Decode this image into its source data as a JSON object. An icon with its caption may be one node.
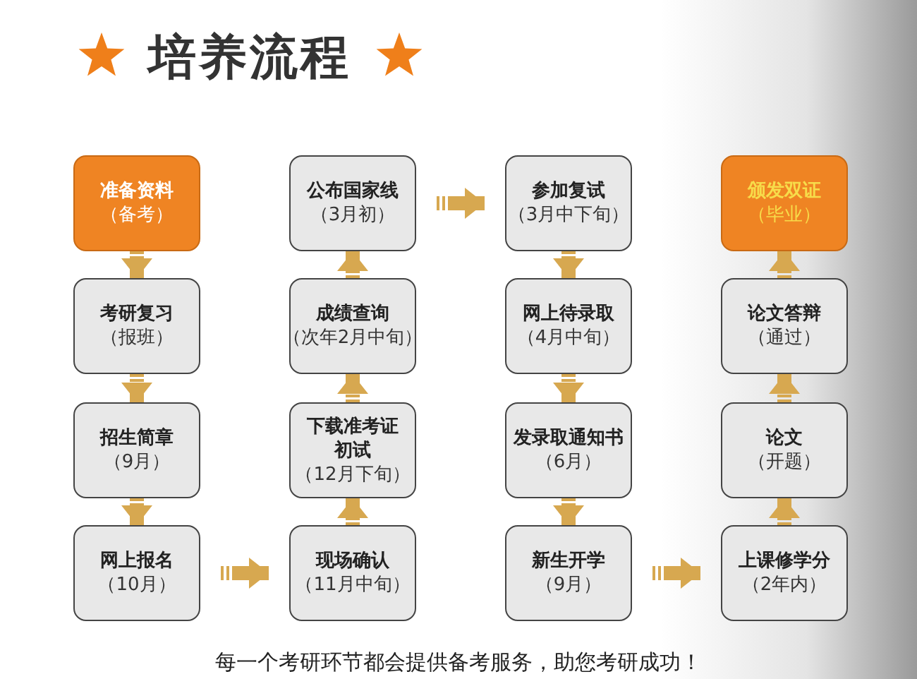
{
  "diagram": {
    "title": "培养流程",
    "nodes": [
      {
        "text": [
          "准备资料",
          "（备考）"
        ]
      },
      {
        "text": [
          "考研复习",
          "（报班）"
        ]
      },
      {
        "text": [
          "招生简章",
          "（9月）"
        ]
      },
      {
        "text": [
          "网上报名",
          "（10月）"
        ]
      },
      {
        "text": [
          "公布国家线",
          "（3月初）"
        ]
      },
      {
        "text": [
          "成绩查询",
          "（次年2月中旬）"
        ]
      },
      {
        "text": [
          "下载准考证",
          "初试",
          "（12月下旬）"
        ]
      },
      {
        "text": [
          "现场确认",
          "（11月中旬）"
        ]
      },
      {
        "text": [
          "参加复试",
          "（3月中下旬）"
        ]
      },
      {
        "text": [
          "网上待录取",
          "（4月中旬）"
        ]
      },
      {
        "text": [
          "发录取通知书",
          "（6月）"
        ]
      },
      {
        "text": [
          "新生开学",
          "（9月）"
        ]
      },
      {
        "text": [
          "颁发双证",
          "（毕业）"
        ]
      },
      {
        "text": [
          "论文答辩",
          "（通过）"
        ]
      },
      {
        "text": [
          "论文",
          "（开题）"
        ]
      },
      {
        "text": [
          "上课修学分",
          "（2年内）"
        ]
      }
    ],
    "edges": [
      {
        "from": 0,
        "to": 1,
        "arrow": "to"
      },
      {
        "from": 1,
        "to": 2,
        "arrow": "to"
      },
      {
        "from": 2,
        "to": 3,
        "arrow": "to"
      },
      {
        "from": 3,
        "to": 7,
        "arrow": "to"
      },
      {
        "from": 7,
        "to": 6,
        "arrow": "to"
      },
      {
        "from": 6,
        "to": 5,
        "arrow": "to"
      },
      {
        "from": 5,
        "to": 4,
        "arrow": "to"
      },
      {
        "from": 4,
        "to": 8,
        "arrow": "to"
      },
      {
        "from": 8,
        "to": 9,
        "arrow": "to"
      },
      {
        "from": 9,
        "to": 10,
        "arrow": "to"
      },
      {
        "from": 10,
        "to": 11,
        "arrow": "to"
      },
      {
        "from": 11,
        "to": 15,
        "arrow": "to"
      },
      {
        "from": 15,
        "to": 14,
        "arrow": "to"
      },
      {
        "from": 14,
        "to": 13,
        "arrow": "to"
      },
      {
        "from": 13,
        "to": 12,
        "arrow": "to"
      }
    ],
    "caption": "每一个考研环节都会提供备考服务，助您考研成功！"
  }
}
